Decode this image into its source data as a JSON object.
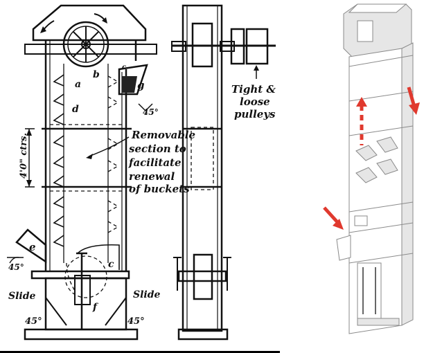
{
  "left_diagram": {
    "labels": {
      "a": "a",
      "b": "b",
      "c": "c",
      "d": "d",
      "e": "e",
      "f": "f",
      "g": "g",
      "c_small": "c"
    },
    "dimension_4ft": "4'0\" ctrs.",
    "removable_note": [
      "Removable",
      "section to",
      "facilitate",
      "renewal",
      "of buckets"
    ],
    "pulley_note": [
      "Tight &",
      "loose",
      "pulleys"
    ],
    "angle_45_top": "45°",
    "angle_45_left": "45°",
    "angle_45_bottom_left": "45°",
    "angle_45_bottom_right": "45°",
    "slide_left": "Slide",
    "slide_right": "Slide"
  },
  "right_diagram": {
    "arrow_color": "#e0392e",
    "arrows": [
      "inlet-arrow",
      "upward-arrow",
      "discharge-arrow"
    ]
  }
}
